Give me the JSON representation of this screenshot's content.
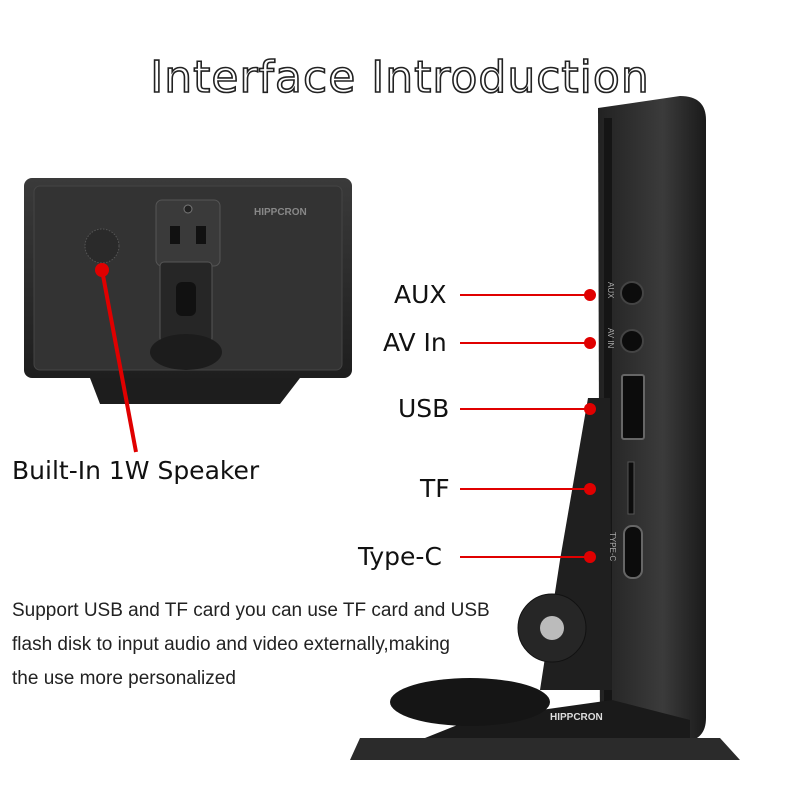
{
  "title": "Interface Introduction",
  "brand": "HIPPCRON",
  "callouts": {
    "aux": "AUX",
    "av_in": "AV In",
    "usb": "USB",
    "tf": "TF",
    "type_c": "Type-C",
    "speaker": "Built-In 1W Speaker"
  },
  "port_marks": {
    "aux": "AUX",
    "av_in": "AV IN",
    "type_c": "TYPE-C"
  },
  "description": [
    "Support USB and TF card you can use TF card and USB",
    "flash disk to input audio and video externally,making",
    "the use more personalized"
  ],
  "colors": {
    "callout": "#e00000",
    "device": "#2a2a2a"
  }
}
